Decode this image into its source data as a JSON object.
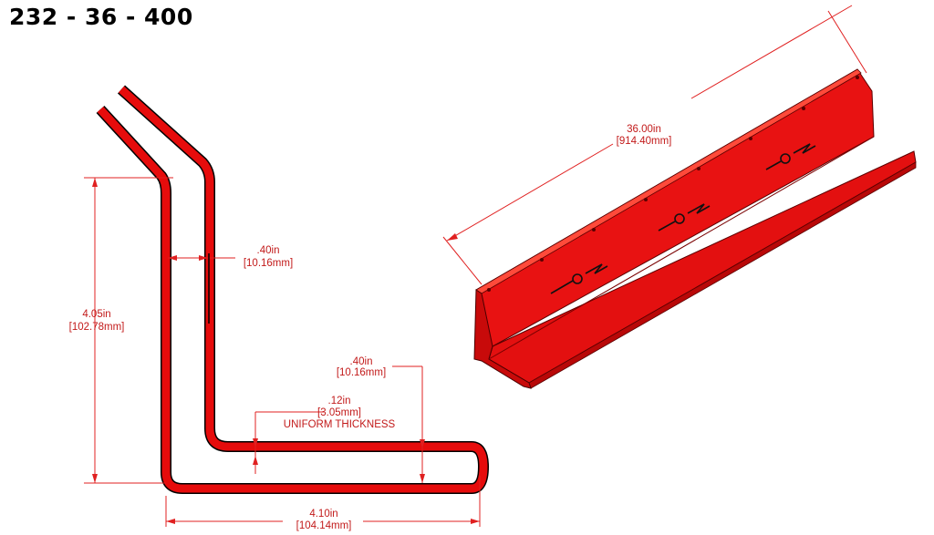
{
  "title": "232 - 36 - 400",
  "colors": {
    "part": "#e60c0c",
    "outline": "#4a0000",
    "dimension": "#e02020"
  },
  "dimensions": {
    "height": {
      "in": "4.05in",
      "mm": "[102.78mm]"
    },
    "flange_vertical": {
      "in": ".40in",
      "mm": "[10.16mm]"
    },
    "flange_horizontal": {
      "in": ".40in",
      "mm": "[10.16mm]"
    },
    "thickness": {
      "in": ".12in",
      "mm": "[3.05mm]",
      "note": "UNIFORM THICKNESS"
    },
    "width": {
      "in": "4.10in",
      "mm": "[104.14mm]"
    },
    "length": {
      "in": "36.00in",
      "mm": "[914.40mm]"
    }
  }
}
